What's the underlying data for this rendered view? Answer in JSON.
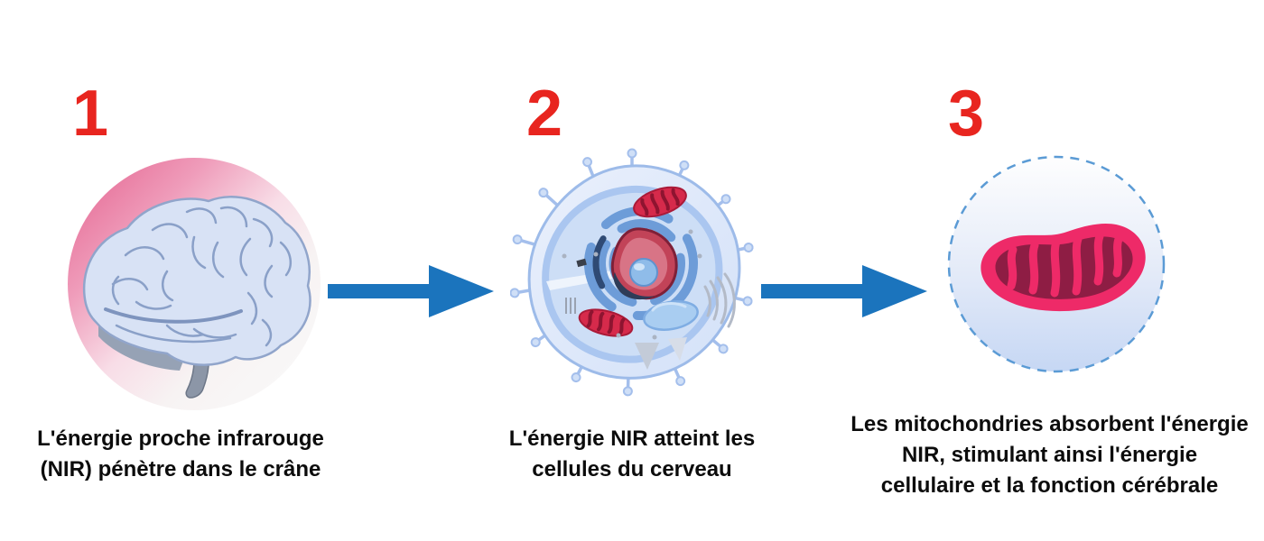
{
  "diagram_name": "nir-energy-brain-pathway",
  "language": "fr",
  "colors": {
    "accent-red": "#e8251f",
    "arrow-blue": "#1b74bd",
    "glow-pink": "#e4608d",
    "brain-fill": "#d8e2f5",
    "brain-outline": "#91a5cb",
    "cell-blue": "#6d9cd8",
    "nucleus-red": "#c24358",
    "mito-red": "#d62a4b",
    "mito-pink": "#ee2a68",
    "mito-dark": "#8e1d44",
    "dash-circle-blue": "#5b9bd5",
    "text-black": "#0c0c0c"
  },
  "steps": [
    {
      "number": "1",
      "illustration": "brain-with-nir-glow",
      "caption_lines": [
        "L'énergie proche infrarouge",
        "(NIR) pénètre dans le crâne"
      ]
    },
    {
      "number": "2",
      "illustration": "brain-cell-cutaway",
      "caption_lines": [
        "L'énergie NIR atteint les",
        "cellules du cerveau"
      ]
    },
    {
      "number": "3",
      "illustration": "mitochondrion-in-cell",
      "caption_lines": [
        "Les mitochondries absorbent l'énergie",
        "NIR, stimulant ainsi l'énergie",
        "cellulaire et la fonction cérébrale"
      ]
    }
  ],
  "connectors": [
    {
      "icon": "right-arrow-icon"
    },
    {
      "icon": "right-arrow-icon"
    }
  ]
}
